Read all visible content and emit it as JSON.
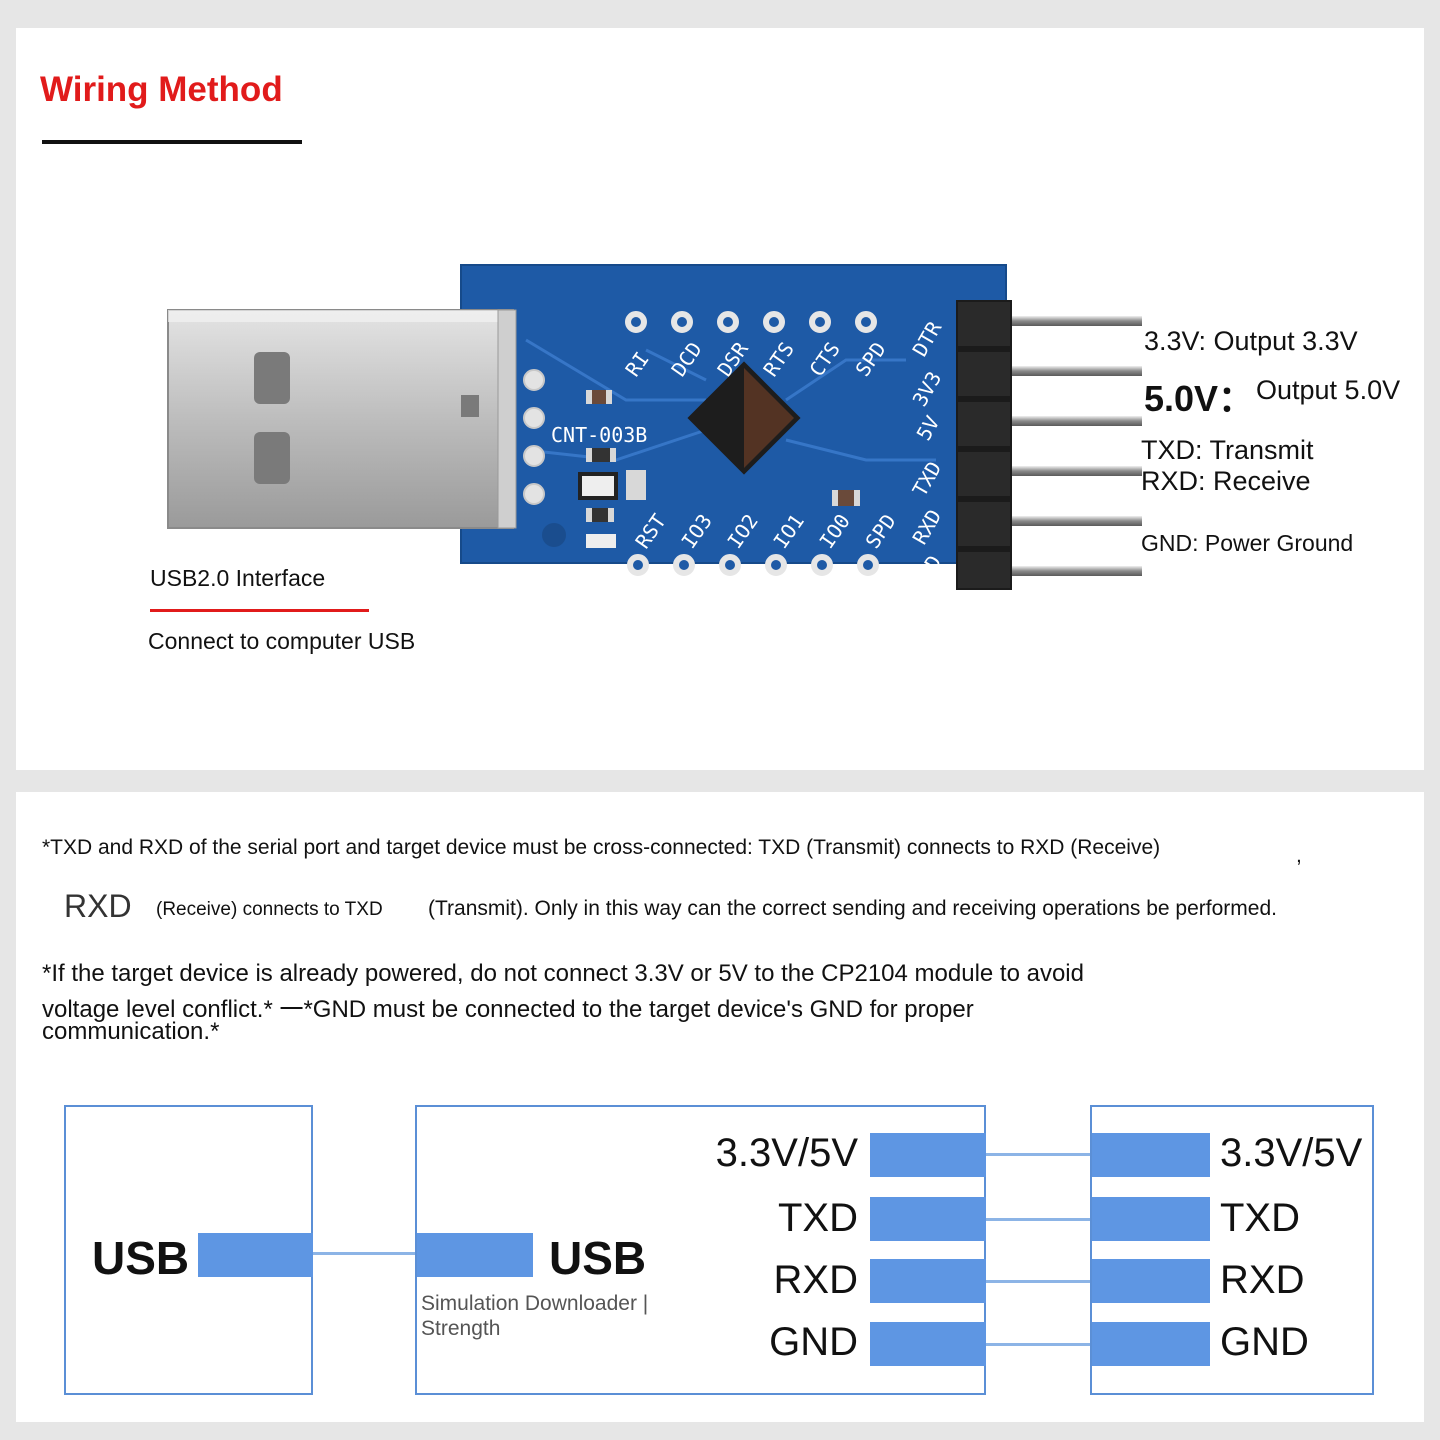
{
  "header": {
    "title": "Wiring Method"
  },
  "module": {
    "board_code": "CNT-003B",
    "top_pins": [
      "RI",
      "DCD",
      "DSR",
      "RTS",
      "CTS",
      "SPD"
    ],
    "bottom_pins": [
      "RST",
      "IO3",
      "IO2",
      "IO1",
      "IO0",
      "SPD"
    ],
    "header_pins": [
      "DTR",
      "3V3",
      "5V",
      "TXD",
      "RXD",
      "GND"
    ]
  },
  "pin_labels": {
    "v33": "3.3V: Output 3.3V",
    "v50_key": "5.0V：",
    "v50_desc": "Output 5.0V",
    "txd": "TXD: Transmit",
    "rxd": "RXD: Receive",
    "gnd": "GND: Power Ground"
  },
  "usb_labels": {
    "interface": "USB2.0 Interface",
    "connect": "Connect to computer USB"
  },
  "notes": {
    "line1": "*TXD and RXD of the serial port and target device must be cross-connected: TXD (Transmit) connects to RXD (Receive)",
    "line1_mark": ",",
    "line2_rxd": "RXD",
    "line2_mid": "(Receive) connects to TXD",
    "line2_end": "(Transmit). Only in this way can the correct sending and receiving operations be performed.",
    "line3": "*If the target device is already powered, do not connect 3.3V or 5V to the CP2104 module to avoid",
    "line4": "voltage level conflict.*  一*GND must be connected to the target device's GND for proper",
    "line5": "communication.*"
  },
  "diagram": {
    "pc_label": "USB",
    "module_usb_label": "USB",
    "module_caption_1": "Simulation Downloader |",
    "module_caption_2": "Strength",
    "left_signals": [
      "3.3V/5V",
      "TXD",
      "RXD",
      "GND"
    ],
    "right_signals": [
      "3.3V/5V",
      "TXD",
      "RXD",
      "GND"
    ],
    "colors": {
      "bar": "#5e96e3",
      "line": "#8cb4e6",
      "border": "#5b8fd6"
    }
  }
}
